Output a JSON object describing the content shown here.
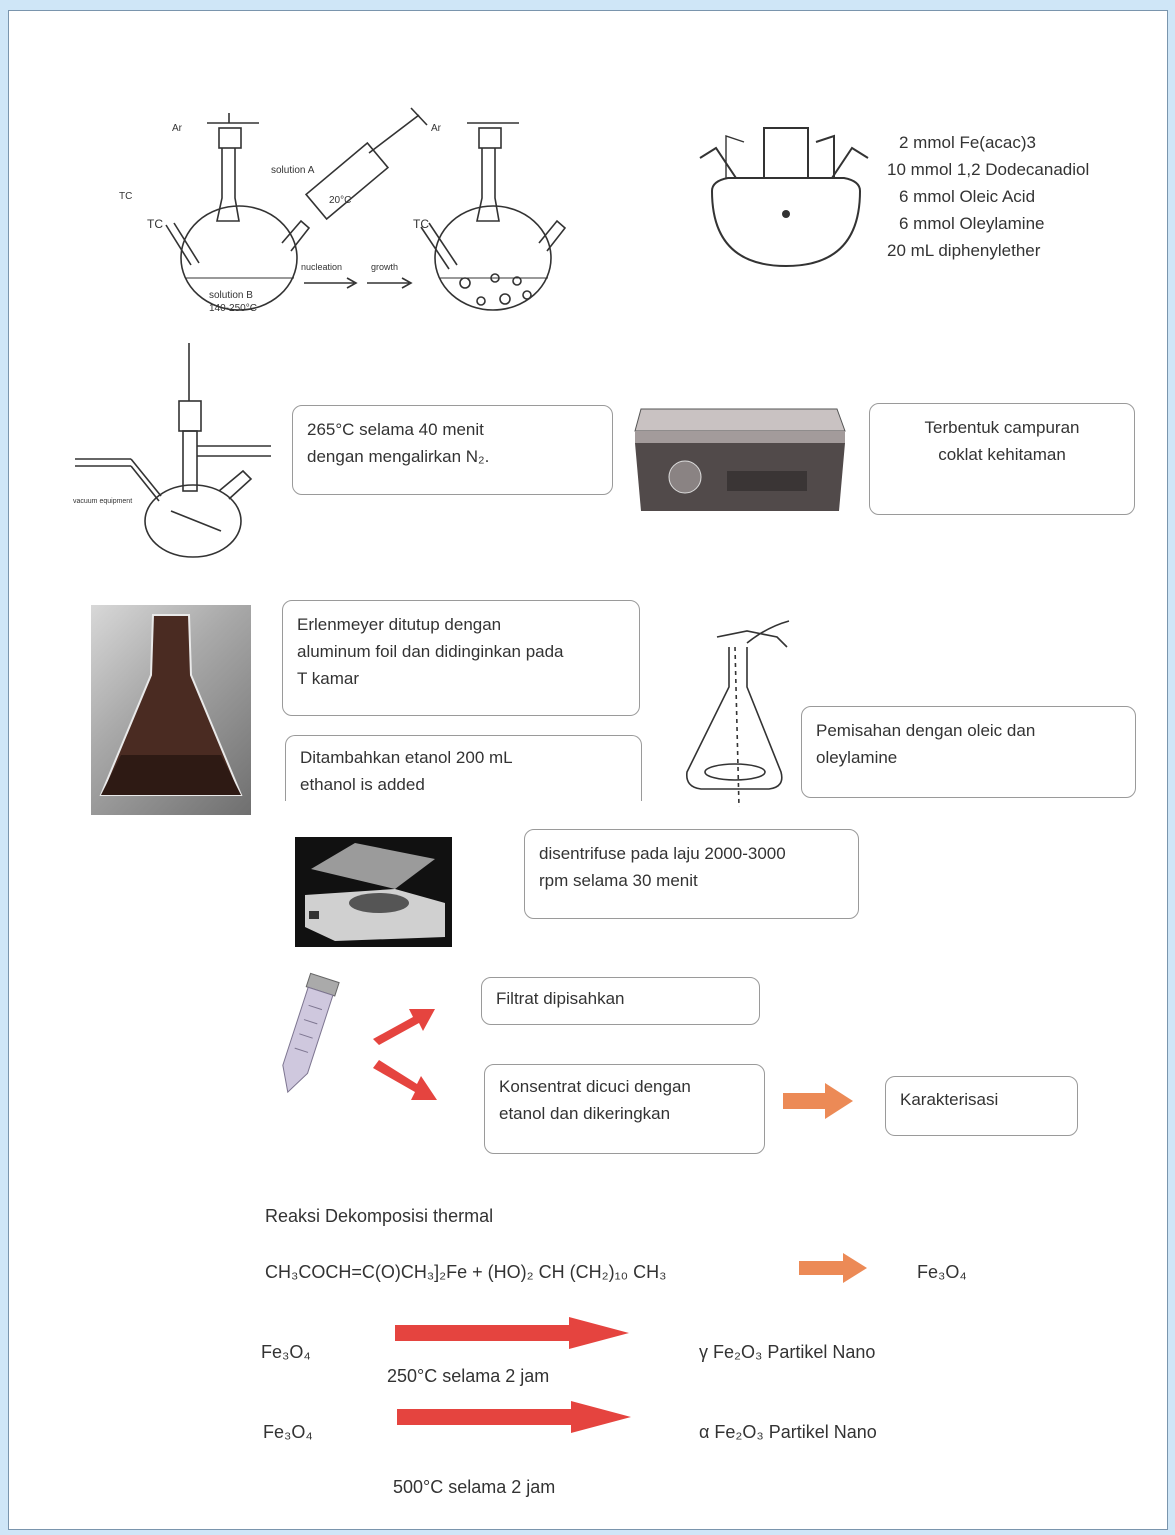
{
  "setup_labels": {
    "ar_left": "Ar",
    "ar_right": "Ar",
    "tc_outer": "TC",
    "tc_left": "TC",
    "tc_right": "TC",
    "solution_a": "solution A",
    "temp_a": "20°C",
    "solution_b": "solution B",
    "temp_b": "140-250°C",
    "nucleation": "nucleation",
    "growth": "growth",
    "vacuum": "vacuum equipment"
  },
  "reagents": [
    "2 mmol Fe(acac)3",
    "10 mmol 1,2 Dodecanadiol",
    "6 mmol Oleic Acid",
    "6 mmol Oleylamine",
    "20 mL diphenylether"
  ],
  "steps": {
    "heating_line1": "265°C selama 40 menit",
    "heating_line2": "dengan mengalirkan N₂.",
    "result_line1": "Terbentuk campuran",
    "result_line2": "coklat kehitaman",
    "cooling_line1": "Erlenmeyer ditutup dengan",
    "cooling_line2": "aluminum foil dan didinginkan pada",
    "cooling_line3": "T kamar",
    "ethanol_line1": "Ditambahkan etanol 200 mL",
    "ethanol_line2": "ethanol is added",
    "separation_line1": "Pemisahan dengan oleic dan",
    "separation_line2": "oleylamine",
    "centrifuge_line1": "disentrifuse pada laju 2000-3000",
    "centrifuge_line2": "rpm selama 30 menit",
    "filtrate": "Filtrat dipisahkan",
    "concentrate_line1": "Konsentrat dicuci dengan",
    "concentrate_line2": "etanol dan dikeringkan",
    "characterization": "Karakterisasi"
  },
  "reaction": {
    "title": "Reaksi Dekomposisi thermal",
    "equation": "CH₃COCH=C(O)CH₃]₂Fe + (HO)₂ CH (CH₂)₁₀ CH₃",
    "product": "Fe₃O₄",
    "row1_reactant": "Fe₃O₄",
    "row1_condition": "250°C selama 2 jam",
    "row1_product": "γ Fe₂O₃ Partikel Nano",
    "row2_reactant": "Fe₃O₄",
    "row2_condition": "500°C selama 2 jam",
    "row2_product": "α Fe₂O₃ Partikel Nano"
  },
  "colors": {
    "arrow_red": "#e5443f",
    "arrow_orange": "#ec8a56",
    "frame_bg": "#cfe6f7"
  }
}
